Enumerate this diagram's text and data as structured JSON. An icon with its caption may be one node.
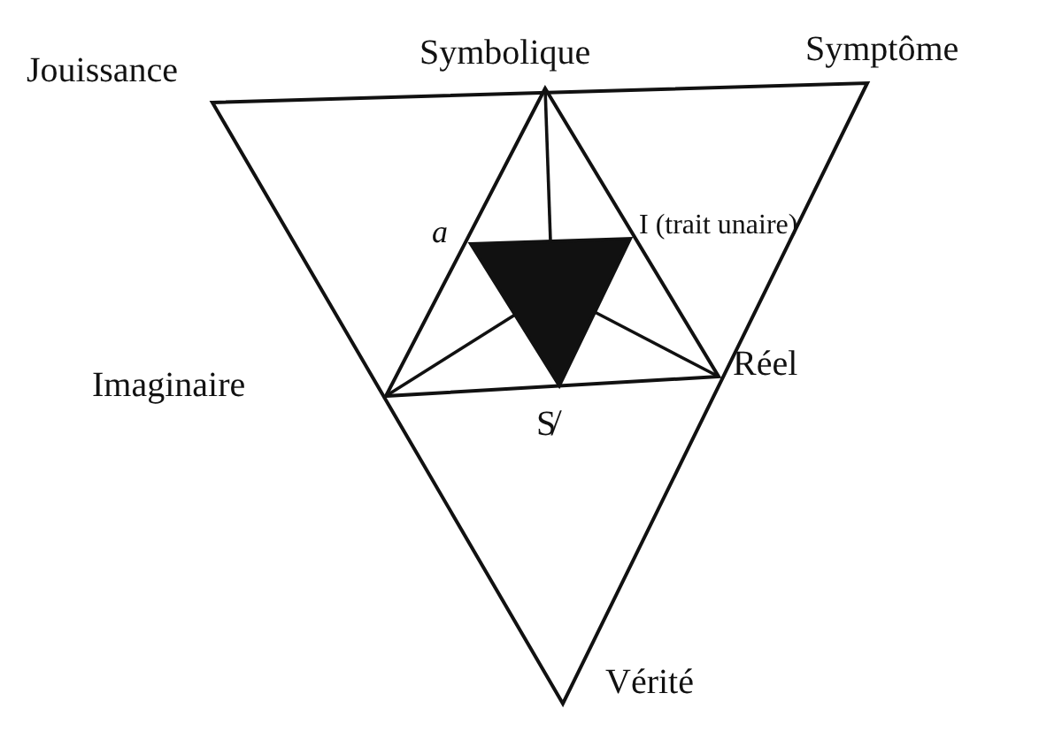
{
  "diagram": {
    "labels": [
      "Jouissance",
      "Symbolique",
      "Symptôme",
      "a",
      "I (trait unaire)",
      "Imaginaire",
      "Réel",
      "S̸",
      "Vérité"
    ]
  }
}
